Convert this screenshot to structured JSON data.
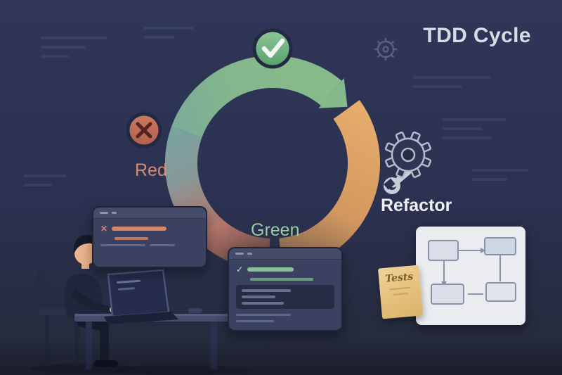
{
  "title": "TDD Cycle",
  "cycle": {
    "steps": [
      {
        "id": "red",
        "label": "Red",
        "icon": "x-circle-icon",
        "segment_color": "#b4756a",
        "label_color": "#d68a70"
      },
      {
        "id": "green",
        "label": "Green",
        "icon": "check-circle-icon",
        "segment_color": "#84b88d",
        "label_color": "#97cba1"
      },
      {
        "id": "refactor",
        "label": "Refactor",
        "icon": "gear-wrench-icon",
        "segment_color": "#e2a76a",
        "label_color": "#edeff4"
      }
    ]
  },
  "sticky_note": {
    "label": "Tests",
    "color": "#e8c987"
  },
  "icons": {
    "check": "✓",
    "cross": "✕"
  },
  "palette": {
    "background": "#2b3150",
    "title": "#d7dbe4",
    "ring_green": "#84b88d",
    "ring_orange": "#e2a76a",
    "ring_teal": "#76aaa4",
    "ring_red": "#b4756a",
    "window_bg": "#3a4161",
    "panel_bg": "#eaecef"
  }
}
